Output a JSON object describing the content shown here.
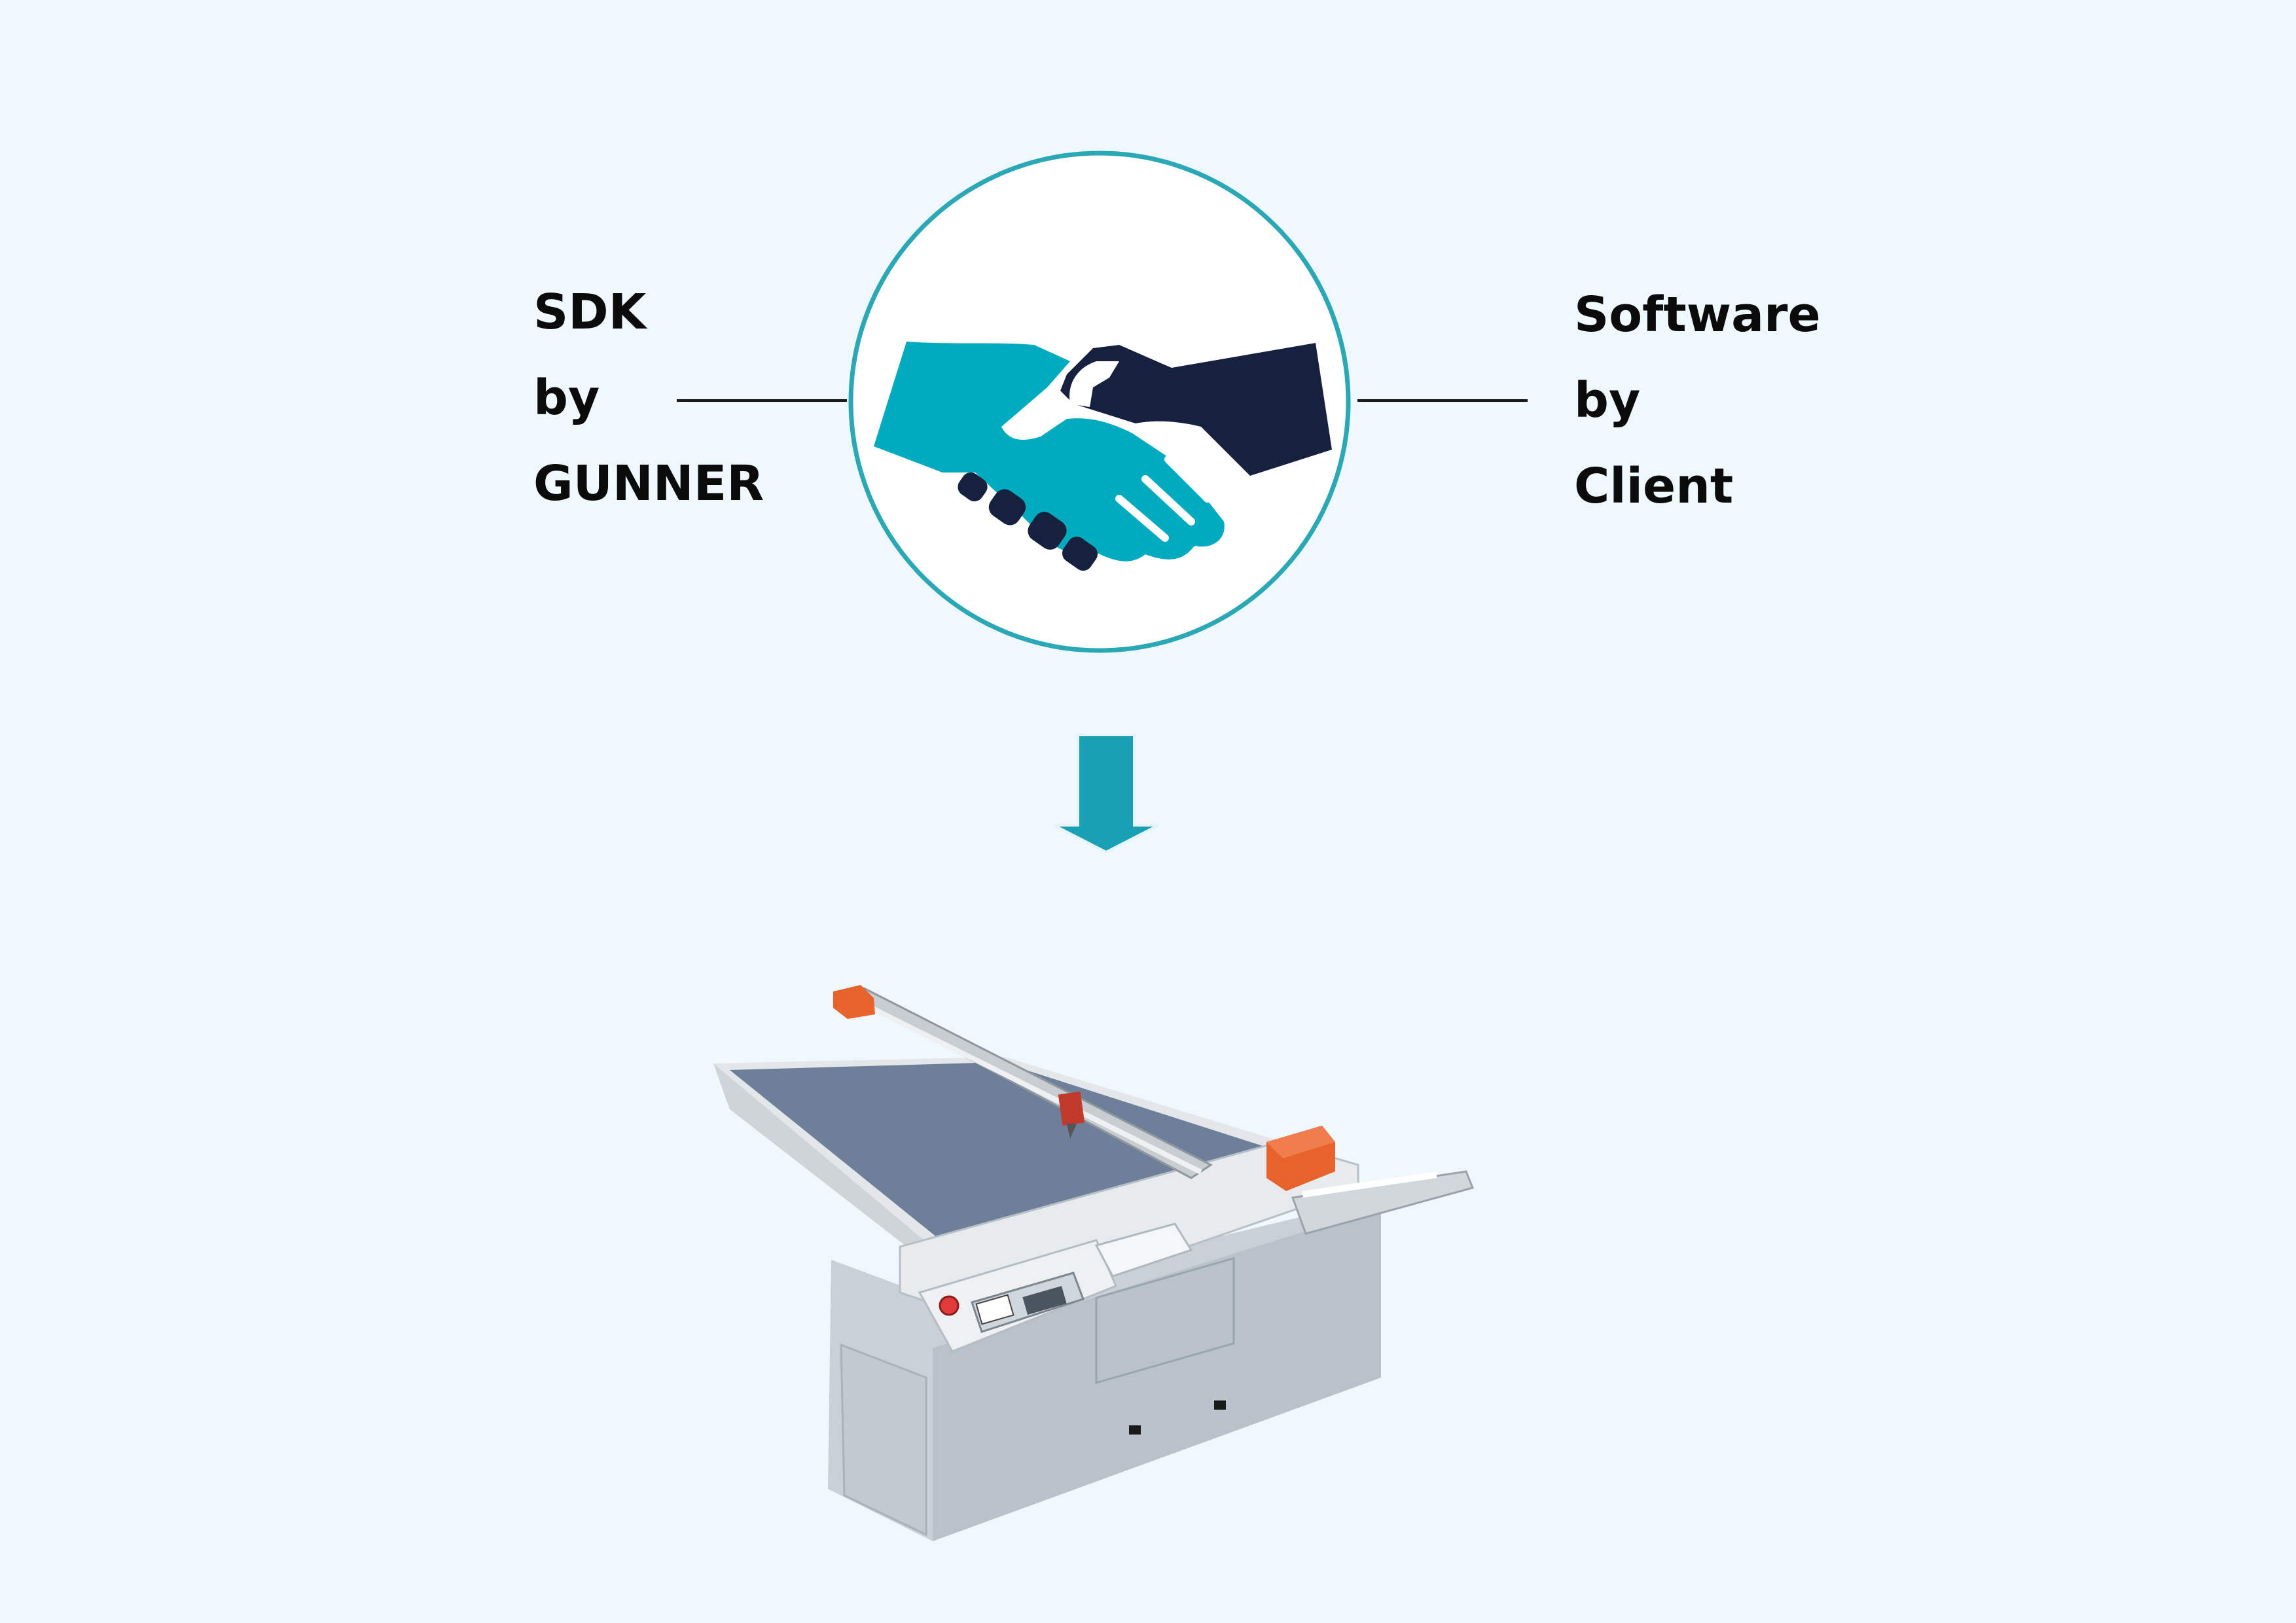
{
  "left_label": {
    "lines": [
      "SDK",
      "by",
      "GUNNER"
    ]
  },
  "right_label": {
    "lines": [
      "Software",
      "by",
      "Client"
    ]
  },
  "icons": {
    "center": "handshake-icon",
    "flow": "arrow-down-icon",
    "product": "flatbed-cutting-machine"
  },
  "colors": {
    "background": "#eef8fd",
    "circle_ring": "#2aa8b5",
    "hand_teal": "#00aabf",
    "hand_navy": "#15213f",
    "arrow": "#1aa0b5",
    "machine_accent": "#e8622c"
  }
}
